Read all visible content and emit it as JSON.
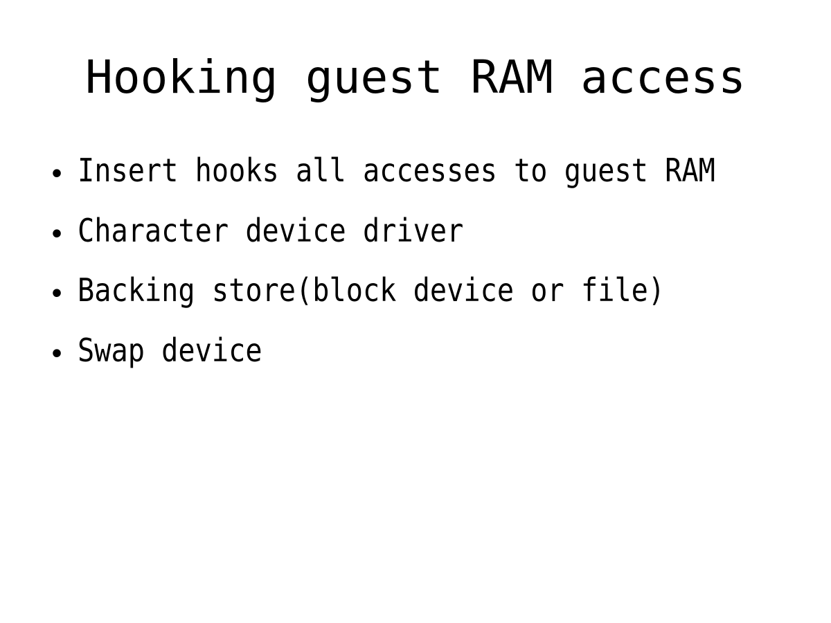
{
  "slide": {
    "title": "Hooking guest RAM access",
    "bullets": [
      "Insert hooks all accesses to guest RAM",
      "Character device driver",
      "Backing store(block device or file)",
      "Swap device"
    ]
  }
}
